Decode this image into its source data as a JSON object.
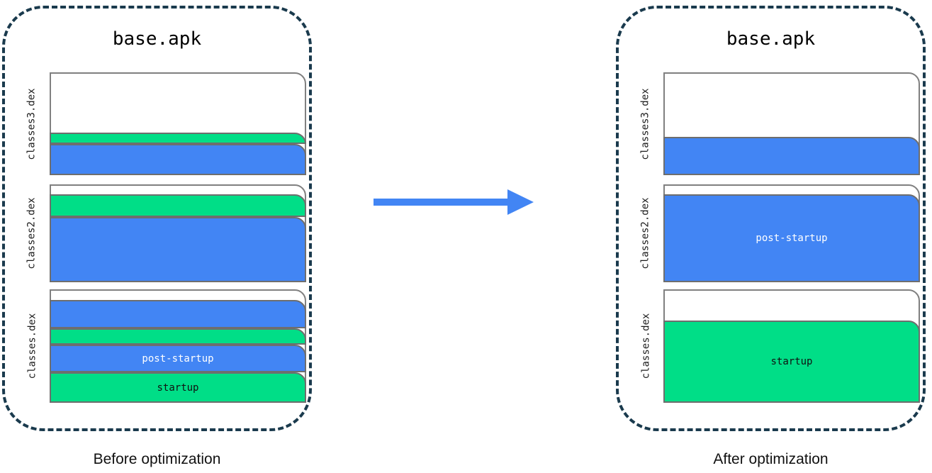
{
  "diagram": {
    "title": "Dex layout before and after startup profile optimization",
    "colors": {
      "post_startup": "#4285F4",
      "startup": "#00DE87",
      "unused": "#FFFFFF",
      "panel_border": "#1A3A4D",
      "band_border": "#6E6E6E",
      "arrow": "#4285F4"
    },
    "arrow_icon": "right-arrow-icon"
  },
  "panels": [
    {
      "id": "before",
      "apk_title": "base.apk",
      "caption": "Before optimization",
      "dex_files": [
        {
          "label": "classes3.dex",
          "bands": [
            {
              "kind": "unused",
              "text": "",
              "pct": 59
            },
            {
              "kind": "startup",
              "text": "",
              "pct": 11
            },
            {
              "kind": "post-startup",
              "text": "",
              "pct": 30
            }
          ]
        },
        {
          "label": "classes2.dex",
          "bands": [
            {
              "kind": "unused",
              "text": "",
              "pct": 9
            },
            {
              "kind": "startup",
              "text": "",
              "pct": 24
            },
            {
              "kind": "post-startup",
              "text": "",
              "pct": 67
            }
          ]
        },
        {
          "label": "classes.dex",
          "bands": [
            {
              "kind": "unused",
              "text": "",
              "pct": 8
            },
            {
              "kind": "post-startup",
              "text": "",
              "pct": 26
            },
            {
              "kind": "startup",
              "text": "",
              "pct": 15
            },
            {
              "kind": "post-startup",
              "text": "post-startup",
              "pct": 25
            },
            {
              "kind": "startup",
              "text": "startup",
              "pct": 26
            }
          ]
        }
      ]
    },
    {
      "id": "after",
      "apk_title": "base.apk",
      "caption": "After optimization",
      "dex_files": [
        {
          "label": "classes3.dex",
          "bands": [
            {
              "kind": "unused",
              "text": "",
              "pct": 63
            },
            {
              "kind": "post-startup",
              "text": "",
              "pct": 37
            }
          ]
        },
        {
          "label": "classes2.dex",
          "bands": [
            {
              "kind": "unused",
              "text": "",
              "pct": 9
            },
            {
              "kind": "post-startup",
              "text": "post-startup",
              "pct": 91
            }
          ]
        },
        {
          "label": "classes.dex",
          "bands": [
            {
              "kind": "unused",
              "text": "",
              "pct": 27
            },
            {
              "kind": "startup",
              "text": "startup",
              "pct": 73
            }
          ]
        }
      ]
    }
  ]
}
